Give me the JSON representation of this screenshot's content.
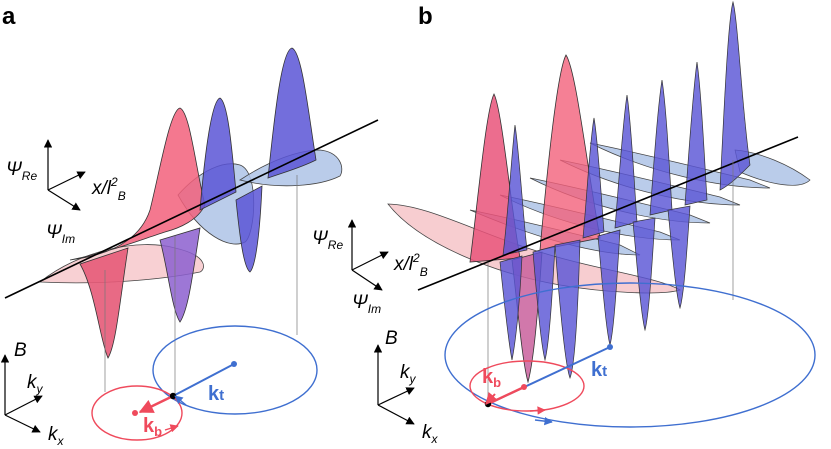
{
  "panels": [
    {
      "letter": "a"
    },
    {
      "letter": "b"
    }
  ],
  "labels": {
    "psi": "Ψ",
    "re_sub": "Re",
    "im_sub": "Im",
    "x_axis": "x/l",
    "x_sup": "2",
    "x_sub": "B",
    "B": "B",
    "k": "k",
    "ky_sub": "y",
    "kx_sub": "x",
    "kt_main": "k",
    "kt_sub": "t",
    "kb_main": "k",
    "kb_sub": "b"
  },
  "colors": {
    "blue_fill": "#5a55d6",
    "blue_light": "#aec3e6",
    "red_fill": "#f2607b",
    "red_light": "#f6c4c8",
    "orbit_blue": "#3f6fd0",
    "orbit_red": "#ef4a5c"
  },
  "icons": [
    "axes-triad-icon",
    "arrow-icon"
  ]
}
